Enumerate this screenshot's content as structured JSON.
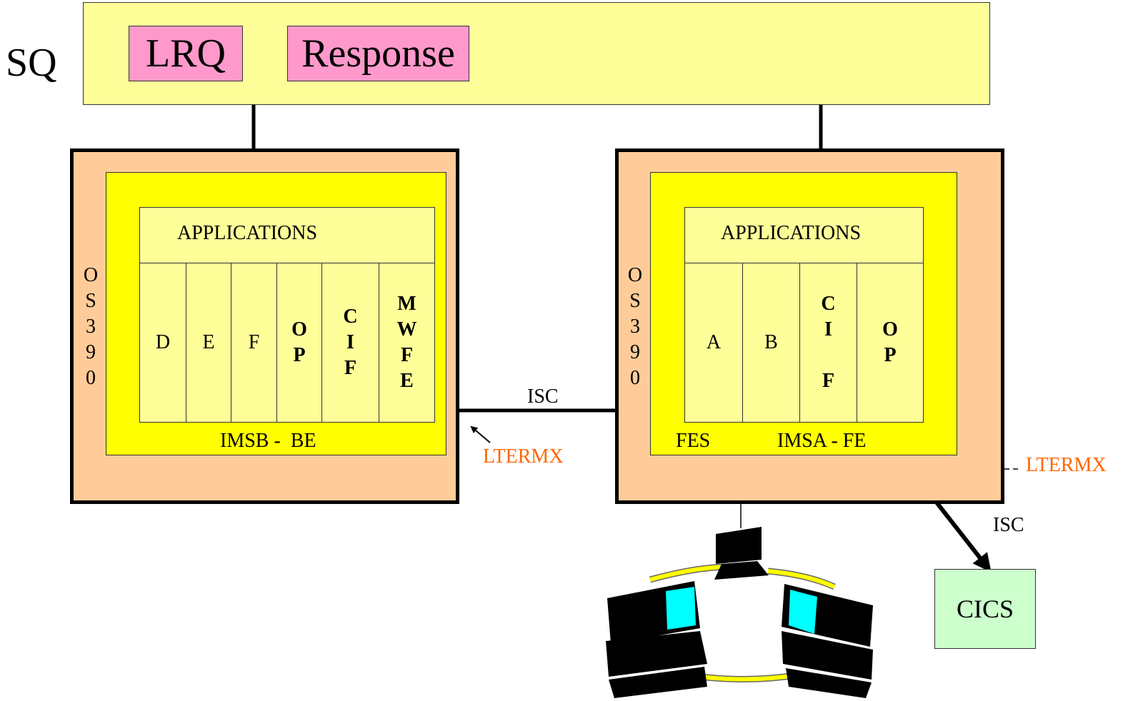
{
  "sq": {
    "label": "SQ",
    "lrq": "LRQ",
    "response": "Response"
  },
  "left": {
    "os": "O\nS\n3\n9\n0",
    "applications": "APPLICATIONS",
    "cells": [
      "D",
      "E",
      "F",
      "O\nP",
      "C\nI\nF",
      "M\nW\nF\nE"
    ],
    "ims_label": "IMSB -  BE"
  },
  "right": {
    "os": "O\nS\n3\n9\n0",
    "applications": "APPLICATIONS",
    "cells": [
      "A",
      "B",
      "C\nI\n\nF",
      "O\nP"
    ],
    "fes": "FES",
    "ims_label": "IMSA - FE"
  },
  "links": {
    "isc_middle": "ISC",
    "isc_cics": "ISC",
    "ltermx_left": "LTERMX",
    "ltermx_right": "LTERMX"
  },
  "cics": "CICS",
  "colors": {
    "sq_bar": "#ffff99",
    "pink": "#ff99cc",
    "system": "#ffcc99",
    "ims": "#ffff00",
    "apps": "#ffff99",
    "cics": "#ccffcc",
    "ltermx": "#ff6600",
    "screen": "#00ffff"
  }
}
